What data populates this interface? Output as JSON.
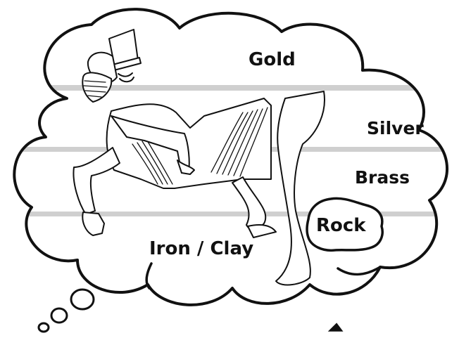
{
  "labels": {
    "gold": "Gold",
    "silver": "Silver",
    "brass": "Brass",
    "rock": "Rock",
    "iron_clay": "Iron / Clay"
  },
  "icons": [
    "thought-cloud-icon",
    "statue-figure-icon",
    "rock-icon",
    "thought-bubble-dots-icon"
  ],
  "colors": {
    "outline": "#111111",
    "band": "#cfcfcf",
    "band_bottom": "#c8c8c8",
    "background": "#ffffff"
  }
}
